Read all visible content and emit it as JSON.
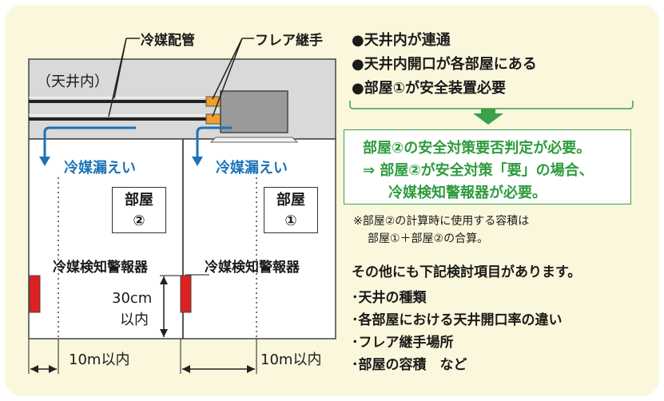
{
  "labels": {
    "pipe": "冷媒配管",
    "flare": "フレア継手",
    "ceiling": "（天井内）",
    "leak_left": "冷媒漏えい",
    "leak_right": "冷媒漏えい",
    "room2_name": "部屋",
    "room2_num": "②",
    "room1_name": "部屋",
    "room1_num": "①",
    "detector_left": "冷媒検知警報器",
    "detector_right": "冷媒検知警報器",
    "height_value": "30cm",
    "height_unit": "以内",
    "dist_left": "10m以内",
    "dist_right": "10m以内"
  },
  "conditions": [
    "●天井内が連通",
    "●天井内開口が各部屋にある",
    "●部屋①が安全装置必要"
  ],
  "result": [
    "部屋②の安全対策要否判定が必要。",
    "⇒ 部屋②が安全対策「要」の場合、",
    "冷媒検知警報器が必要。"
  ],
  "note": [
    "※部屋②の計算時に使用する容積は",
    "部屋①＋部屋②の合算。"
  ],
  "other_heading": "その他にも下記検討項目があります。",
  "other_items": [
    "･天井の種類",
    "･各部屋における天井開口率の違い",
    "･フレア継手場所",
    "･部屋の容積　など"
  ],
  "colors": {
    "background": "#fbf7dc",
    "ceiling": "#d9d9d9",
    "accent_blue": "#1a73b8",
    "accent_green": "#2e9b3e",
    "detector_red": "#e02020",
    "flare_orange": "#f0a030"
  }
}
